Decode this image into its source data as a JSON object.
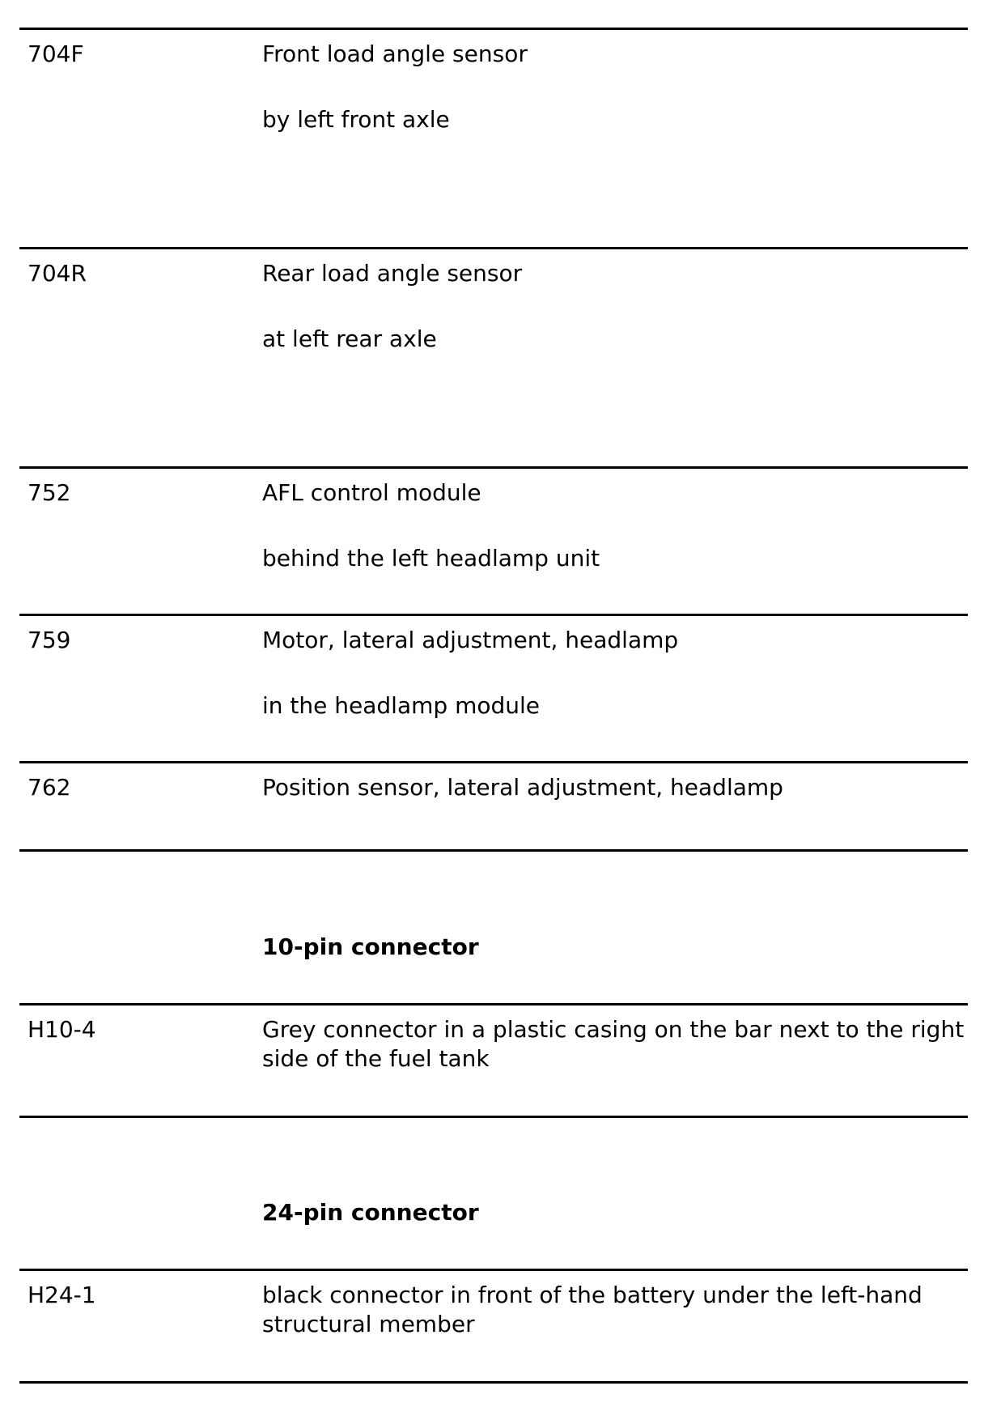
{
  "rows": [
    {
      "code": "704F",
      "lines": [
        "Front load angle sensor",
        "by left front axle"
      ]
    },
    {
      "code": "704R",
      "lines": [
        "Rear load angle sensor",
        "at left rear axle"
      ]
    },
    {
      "code": "752",
      "lines": [
        "AFL control module",
        "behind the left headlamp unit"
      ]
    },
    {
      "code": "759",
      "lines": [
        "Motor, lateral adjustment, headlamp",
        "in the headlamp module"
      ]
    },
    {
      "code": "762",
      "lines": [
        "Position sensor, lateral adjustment, headlamp"
      ]
    }
  ],
  "sections": [
    {
      "heading": "10-pin connector",
      "code": "H10-4",
      "text": "Grey connector in a plastic casing on the bar next to the right side of the fuel tank"
    },
    {
      "heading": "24-pin connector",
      "code": "H24-1",
      "text": "black connector in front of the battery under the left-hand structural member"
    }
  ]
}
